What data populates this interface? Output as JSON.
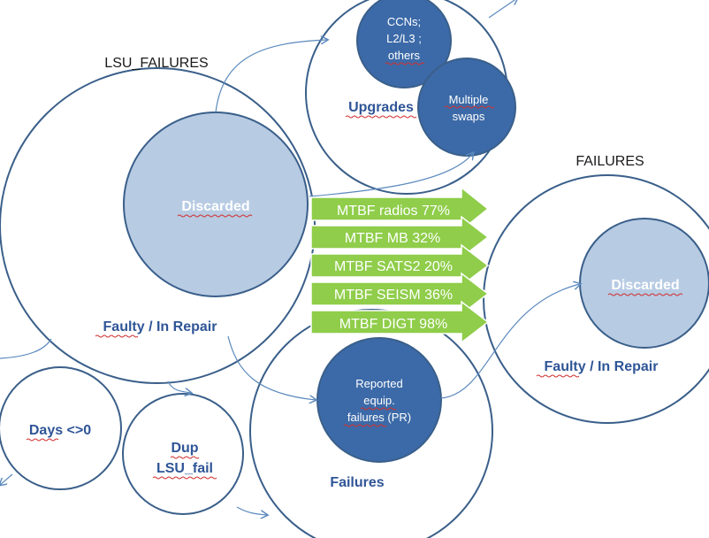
{
  "colors": {
    "circle_stroke": "#3a5f8a",
    "light_fill": "#b7cbe3",
    "dark_fill": "#3c6aa8",
    "arrow_green": "#8fcd4a",
    "label_blue": "#2f5597",
    "connector": "#5b89bd"
  },
  "labels": {
    "lsu_failures_title": "LSU_FAILURES",
    "failures_title": "FAILURES",
    "lsu_discarded": "Discarded",
    "lsu_faulty": "Faulty / In Repair",
    "upgrades": "Upgrades",
    "ccns_line1": "CCNs;",
    "ccns_line2": "L2/L3 ;",
    "ccns_line3": "others",
    "multiple_line1": "Multiple",
    "multiple_line2": "swaps",
    "failures_discarded": "Discarded",
    "failures_faulty": "Faulty / In Repair",
    "days": "Days <>0",
    "dup_line1": "Dup",
    "dup_line2": "LSU_fail",
    "failures_circle": "Failures",
    "reported_line1": "Reported",
    "reported_line2": "equip.",
    "reported_line3": "failures (PR)"
  },
  "mtbf_arrows": [
    {
      "label": "MTBF radios  77%"
    },
    {
      "label": "MTBF MB 32%"
    },
    {
      "label": "MTBF SATS2 20%"
    },
    {
      "label": "MTBF SEISM 36%"
    },
    {
      "label": "MTBF DIGT 98%"
    }
  ]
}
